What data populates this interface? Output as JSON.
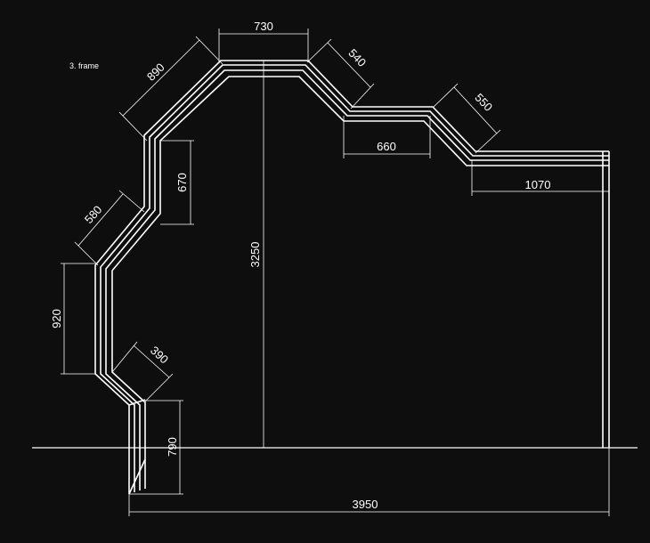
{
  "caption": "3. frame",
  "dimensions": {
    "d890": "890",
    "d730": "730",
    "d540": "540",
    "d550": "550",
    "d660": "660",
    "d1070": "1070",
    "d670": "670",
    "d580": "580",
    "d920": "920",
    "d390": "390",
    "d790": "790",
    "d3250": "3250",
    "d3950": "3950"
  }
}
